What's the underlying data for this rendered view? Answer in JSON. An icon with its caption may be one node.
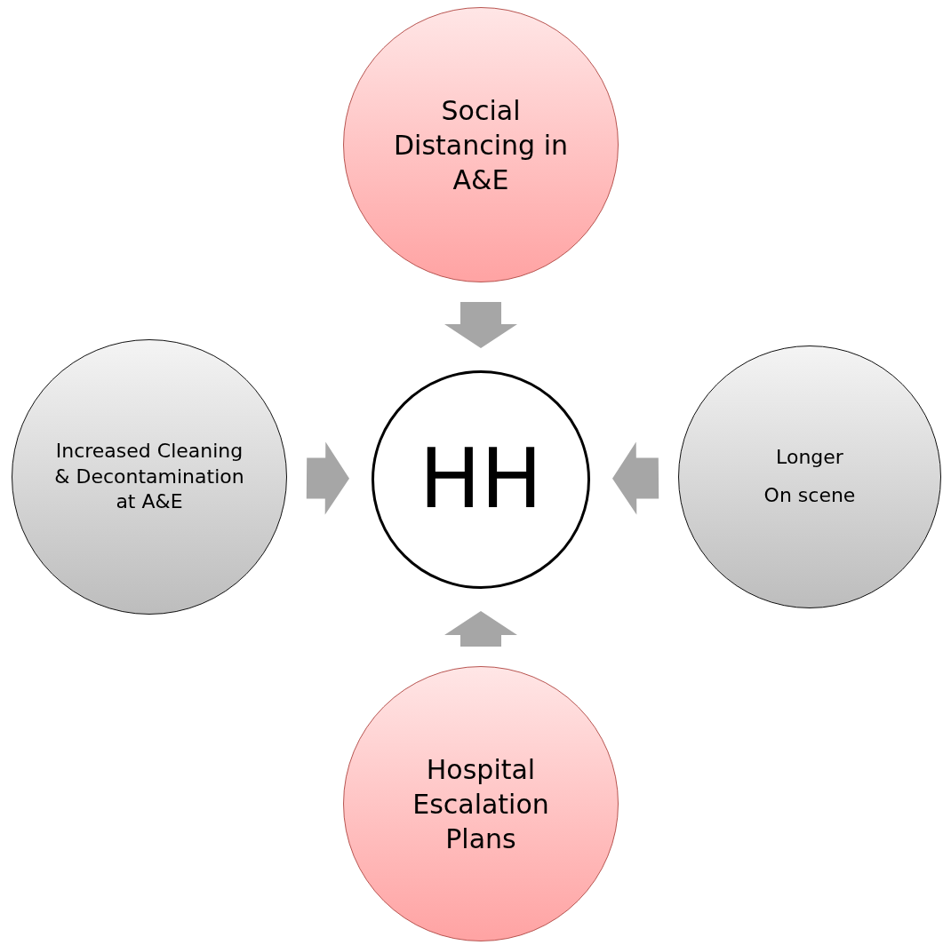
{
  "diagram": {
    "nodes": [
      {
        "text": [
          "Social Distancing in A&E"
        ]
      },
      {
        "text": [
          "Increased Cleaning & Decontamination at A&E"
        ]
      },
      {
        "text": [
          "HH"
        ]
      },
      {
        "text": [
          "Longer",
          "On scene"
        ]
      },
      {
        "text": [
          "Hospital Escalation Plans"
        ]
      }
    ],
    "edges": [
      {
        "from": 0,
        "to": 2,
        "arrow": "to"
      },
      {
        "from": 1,
        "to": 2,
        "arrow": "to"
      },
      {
        "from": 3,
        "to": 2,
        "arrow": "to"
      },
      {
        "from": 4,
        "to": 2,
        "arrow": "to"
      }
    ]
  }
}
